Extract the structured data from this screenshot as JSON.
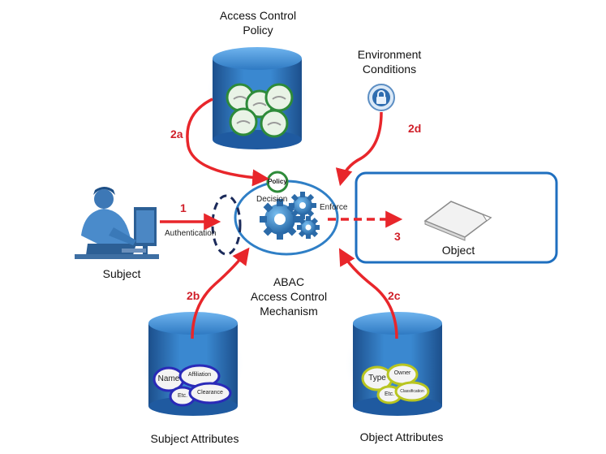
{
  "labels": {
    "policy_store": "Access Control\nPolicy",
    "env_conditions": "Environment\nConditions",
    "subject": "Subject",
    "object": "Object",
    "mechanism": "ABAC\nAccess Control\nMechanism",
    "subject_attributes": "Subject  Attributes",
    "object_attributes": "Object Attributes",
    "authentication": "Authentication",
    "decision": "Decision",
    "enforce": "Enforce",
    "policy_badge": "Policy"
  },
  "steps": {
    "s1": "1",
    "s2a": "2a",
    "s2b": "2b",
    "s2c": "2c",
    "s2d": "2d",
    "s3": "3"
  },
  "subject_attr_items": [
    "Name",
    "Affiliation",
    "Etc.",
    "Clearance"
  ],
  "object_attr_items": [
    "Type",
    "Owner",
    "Etc.",
    "Classification"
  ],
  "colors": {
    "arrow": "#e8262b",
    "step_text": "#d0202a",
    "cylinder": "#2a6fb5",
    "mechanism_border": "#2f7fc6",
    "object_box_border": "#1f6fbf",
    "policy_circle": "#2e8b3a",
    "subject_attr_border": "#2a2ab8",
    "object_attr_border": "#b8c520"
  }
}
